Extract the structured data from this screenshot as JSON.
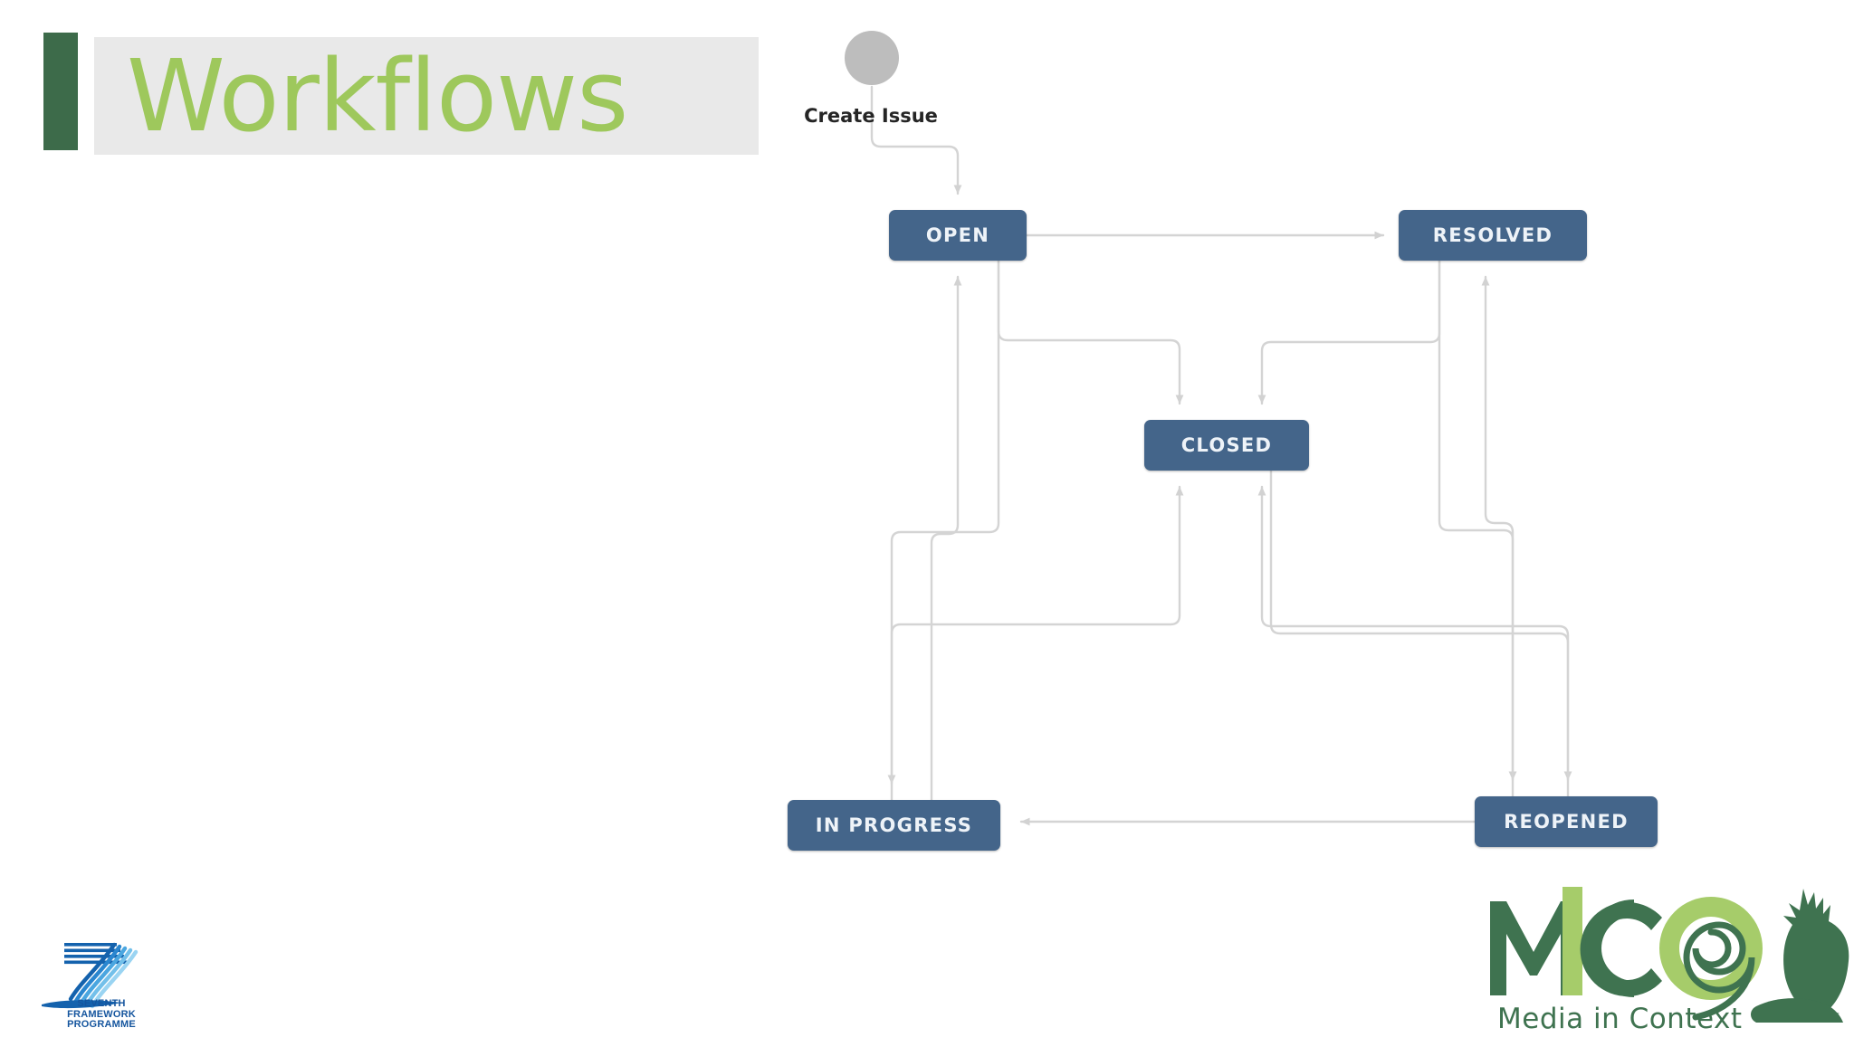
{
  "slide": {
    "title": "Workflows",
    "background_color": "#ffffff",
    "title_band_color": "#e9e9e9",
    "title_accent_color": "#3d6b4a",
    "title_text_color": "#9ec85c"
  },
  "diagram": {
    "type": "state-workflow",
    "node_fill": "#44658a",
    "node_text_color": "#eef3f8",
    "connector_color": "#d4d4d4",
    "start": {
      "name": "start-node",
      "label": "Create Issue",
      "shape": "circle",
      "color": "#bdbdbd"
    },
    "nodes": [
      {
        "id": "open",
        "label": "OPEN"
      },
      {
        "id": "resolved",
        "label": "RESOLVED"
      },
      {
        "id": "closed",
        "label": "CLOSED"
      },
      {
        "id": "in_progress",
        "label": "IN PROGRESS"
      },
      {
        "id": "reopened",
        "label": "REOPENED"
      }
    ],
    "transitions": [
      {
        "from": "start",
        "to": "open"
      },
      {
        "from": "open",
        "to": "resolved"
      },
      {
        "from": "open",
        "to": "closed"
      },
      {
        "from": "open",
        "to": "in_progress"
      },
      {
        "from": "resolved",
        "to": "closed"
      },
      {
        "from": "resolved",
        "to": "reopened"
      },
      {
        "from": "closed",
        "to": "reopened"
      },
      {
        "from": "in_progress",
        "to": "open"
      },
      {
        "from": "in_progress",
        "to": "closed"
      },
      {
        "from": "in_progress",
        "to": "resolved"
      },
      {
        "from": "reopened",
        "to": "in_progress"
      },
      {
        "from": "reopened",
        "to": "closed"
      },
      {
        "from": "reopened",
        "to": "resolved"
      }
    ]
  },
  "logos": {
    "fp7": {
      "name": "seventh-framework-programme-logo",
      "line1": "SEVENTH FRAMEWORK",
      "line2": "PROGRAMME",
      "color": "#15559e"
    },
    "mico": {
      "name": "mico-logo",
      "letters": [
        "M",
        "I",
        "C",
        "O"
      ],
      "tagline": "Media in Context",
      "dark_green": "#3f7350",
      "light_green": "#a6cc6a"
    }
  }
}
